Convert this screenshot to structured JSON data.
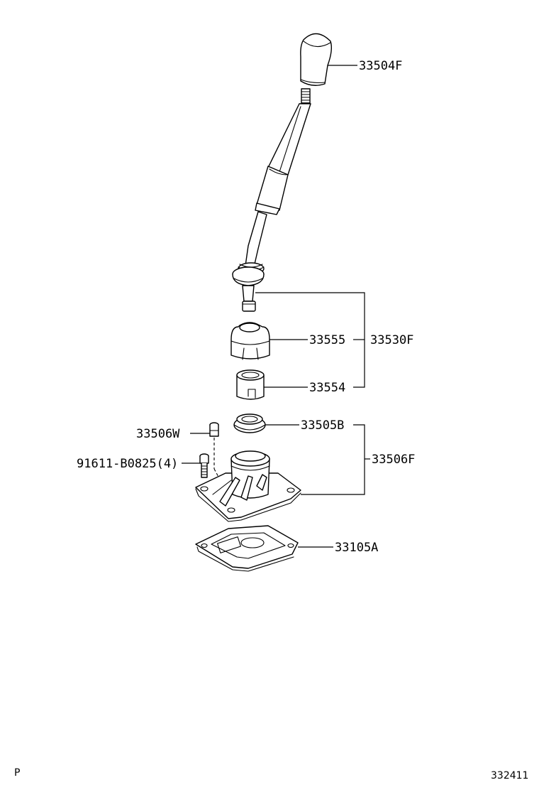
{
  "parts": {
    "knob": "33504F",
    "lever_assembly": "33530F",
    "boot": "33555",
    "bushing": "33554",
    "seat": "33505B",
    "housing_assembly": "33506F",
    "pin": "33506W",
    "bolt": "91611-B0825(4)",
    "gasket": "33105A"
  },
  "footer": {
    "left": "P",
    "right": "332411"
  }
}
